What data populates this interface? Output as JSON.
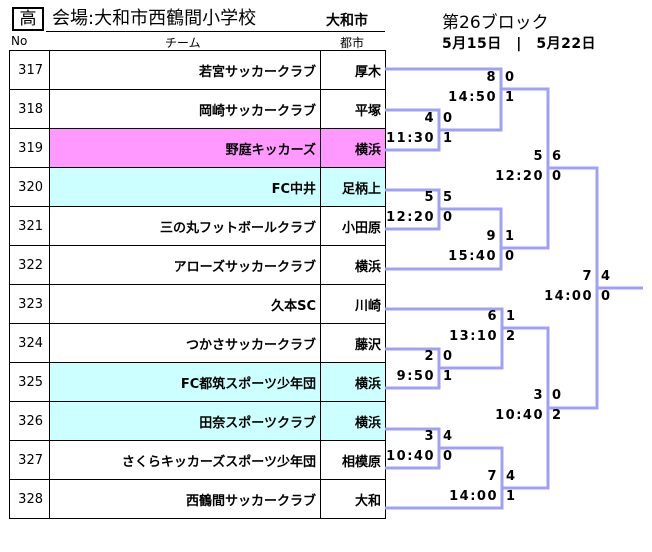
{
  "header": {
    "badge": "高",
    "venue": "会場:大和市西鶴間小学校",
    "venue_city": "大和市",
    "block": "第26ブロック",
    "dates": "5月15日　|　5月22日"
  },
  "columns": {
    "no": "No",
    "team": "チーム",
    "city": "都市"
  },
  "teams": [
    {
      "no": "317",
      "name": "若宮サッカークラブ",
      "city": "厚木",
      "color": "#ffffff"
    },
    {
      "no": "318",
      "name": "岡崎サッカークラブ",
      "city": "平塚",
      "color": "#ffffff"
    },
    {
      "no": "319",
      "name": "野庭キッカーズ",
      "city": "横浜",
      "color": "#ff99ff"
    },
    {
      "no": "320",
      "name": "FC中井",
      "city": "足柄上",
      "color": "#ccffff"
    },
    {
      "no": "321",
      "name": "三の丸フットボールクラブ",
      "city": "小田原",
      "color": "#ffffff"
    },
    {
      "no": "322",
      "name": "アローズサッカークラブ",
      "city": "横浜",
      "color": "#ffffff"
    },
    {
      "no": "323",
      "name": "久本SC",
      "city": "川崎",
      "color": "#ffffff"
    },
    {
      "no": "324",
      "name": "つかさサッカークラブ",
      "city": "藤沢",
      "color": "#ffffff"
    },
    {
      "no": "325",
      "name": "FC都筑スポーツ少年団",
      "city": "横浜",
      "color": "#ccffff"
    },
    {
      "no": "326",
      "name": "田奈スポーツクラブ",
      "city": "横浜",
      "color": "#ccffff"
    },
    {
      "no": "327",
      "name": "さくらキッカーズスポーツ少年団",
      "city": "相模原",
      "color": "#ffffff"
    },
    {
      "no": "328",
      "name": "西鶴間サッカークラブ",
      "city": "大和",
      "color": "#ffffff"
    }
  ],
  "matches": [
    {
      "game": "4",
      "time": "11:30",
      "s1": "0",
      "s2": "1"
    },
    {
      "game": "8",
      "time": "14:50",
      "s1": "0",
      "s2": "1"
    },
    {
      "game": "5",
      "time": "12:20",
      "s1": "5",
      "s2": "0"
    },
    {
      "game": "9",
      "time": "15:40",
      "s1": "1",
      "s2": "0"
    },
    {
      "game": "5",
      "time": "12:20",
      "s1": "6",
      "s2": "0"
    },
    {
      "game": "7",
      "time": "14:00",
      "s1": "4",
      "s2": "0"
    },
    {
      "game": "2",
      "time": "9:50",
      "s1": "0",
      "s2": "1"
    },
    {
      "game": "6",
      "time": "13:10",
      "s1": "1",
      "s2": "2"
    },
    {
      "game": "3",
      "time": "10:40",
      "s1": "4",
      "s2": "0"
    },
    {
      "game": "7",
      "time": "14:00",
      "s1": "4",
      "s2": "1"
    },
    {
      "game": "3",
      "time": "10:40",
      "s1": "0",
      "s2": "2"
    }
  ],
  "colors": {
    "bracket_line": "#a0a0f8",
    "highlight_pink": "#ff99ff",
    "highlight_cyan": "#ccffff"
  }
}
